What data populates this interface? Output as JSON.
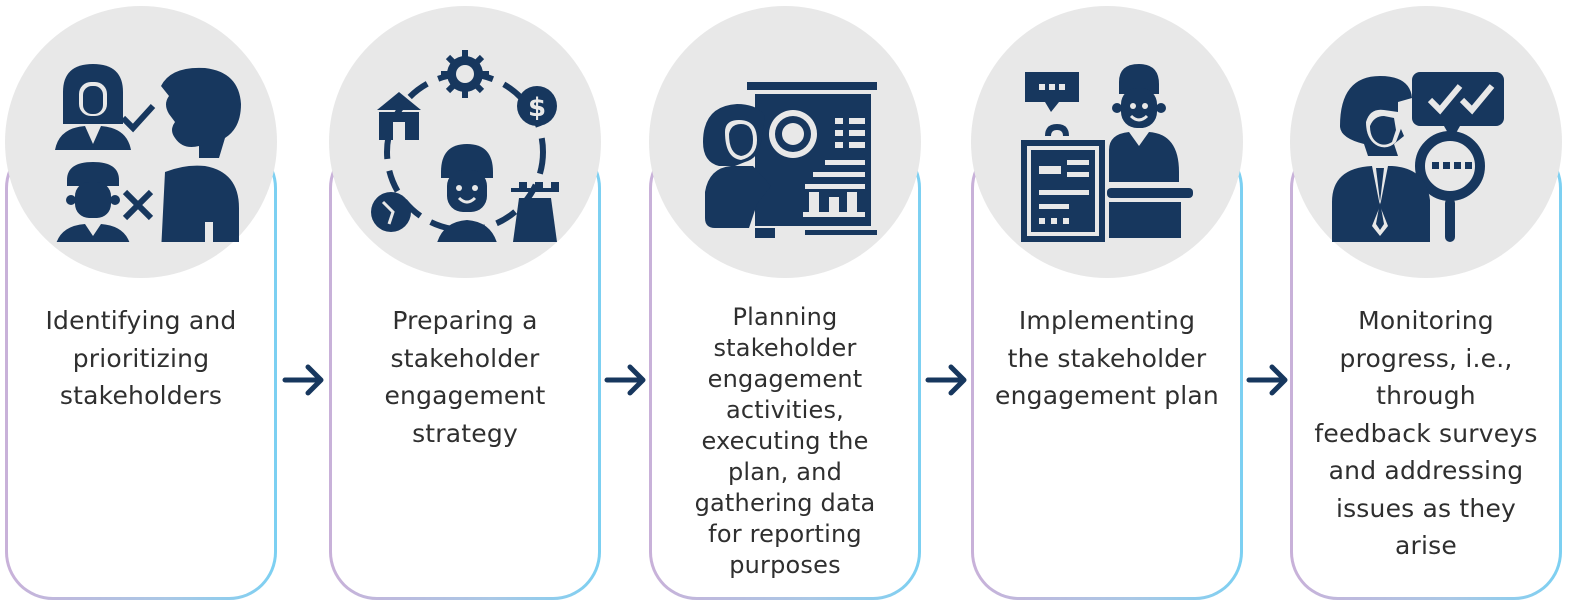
{
  "colors": {
    "icon_navy": "#17375e",
    "circle_gray": "#e8e8e8",
    "border_left_lilac": "#c9b1d9",
    "border_right_sky": "#7cd0f2",
    "text": "#2f2f2f"
  },
  "steps": [
    {
      "icon": "identify-stakeholders-icon",
      "label": "Identifying and\nprioritizing\nstakeholders"
    },
    {
      "icon": "strategy-icon",
      "label": "Preparing a\nstakeholder\nengagement\nstrategy"
    },
    {
      "icon": "presentation-planning-icon",
      "label": "Planning\nstakeholder\nengagement\nactivities,\nexecuting the\nplan, and\ngathering data\nfor reporting\npurposes"
    },
    {
      "icon": "implementation-desk-icon",
      "label": "Implementing\nthe stakeholder\nengagement plan"
    },
    {
      "icon": "monitoring-feedback-icon",
      "label": "Monitoring\nprogress, i.e.,\nthrough\nfeedback surveys\nand addressing\nissues as they\narise"
    }
  ],
  "connectors": [
    {
      "icon": "arrow-right-icon"
    },
    {
      "icon": "arrow-right-icon"
    },
    {
      "icon": "arrow-right-icon"
    },
    {
      "icon": "arrow-right-icon"
    }
  ]
}
